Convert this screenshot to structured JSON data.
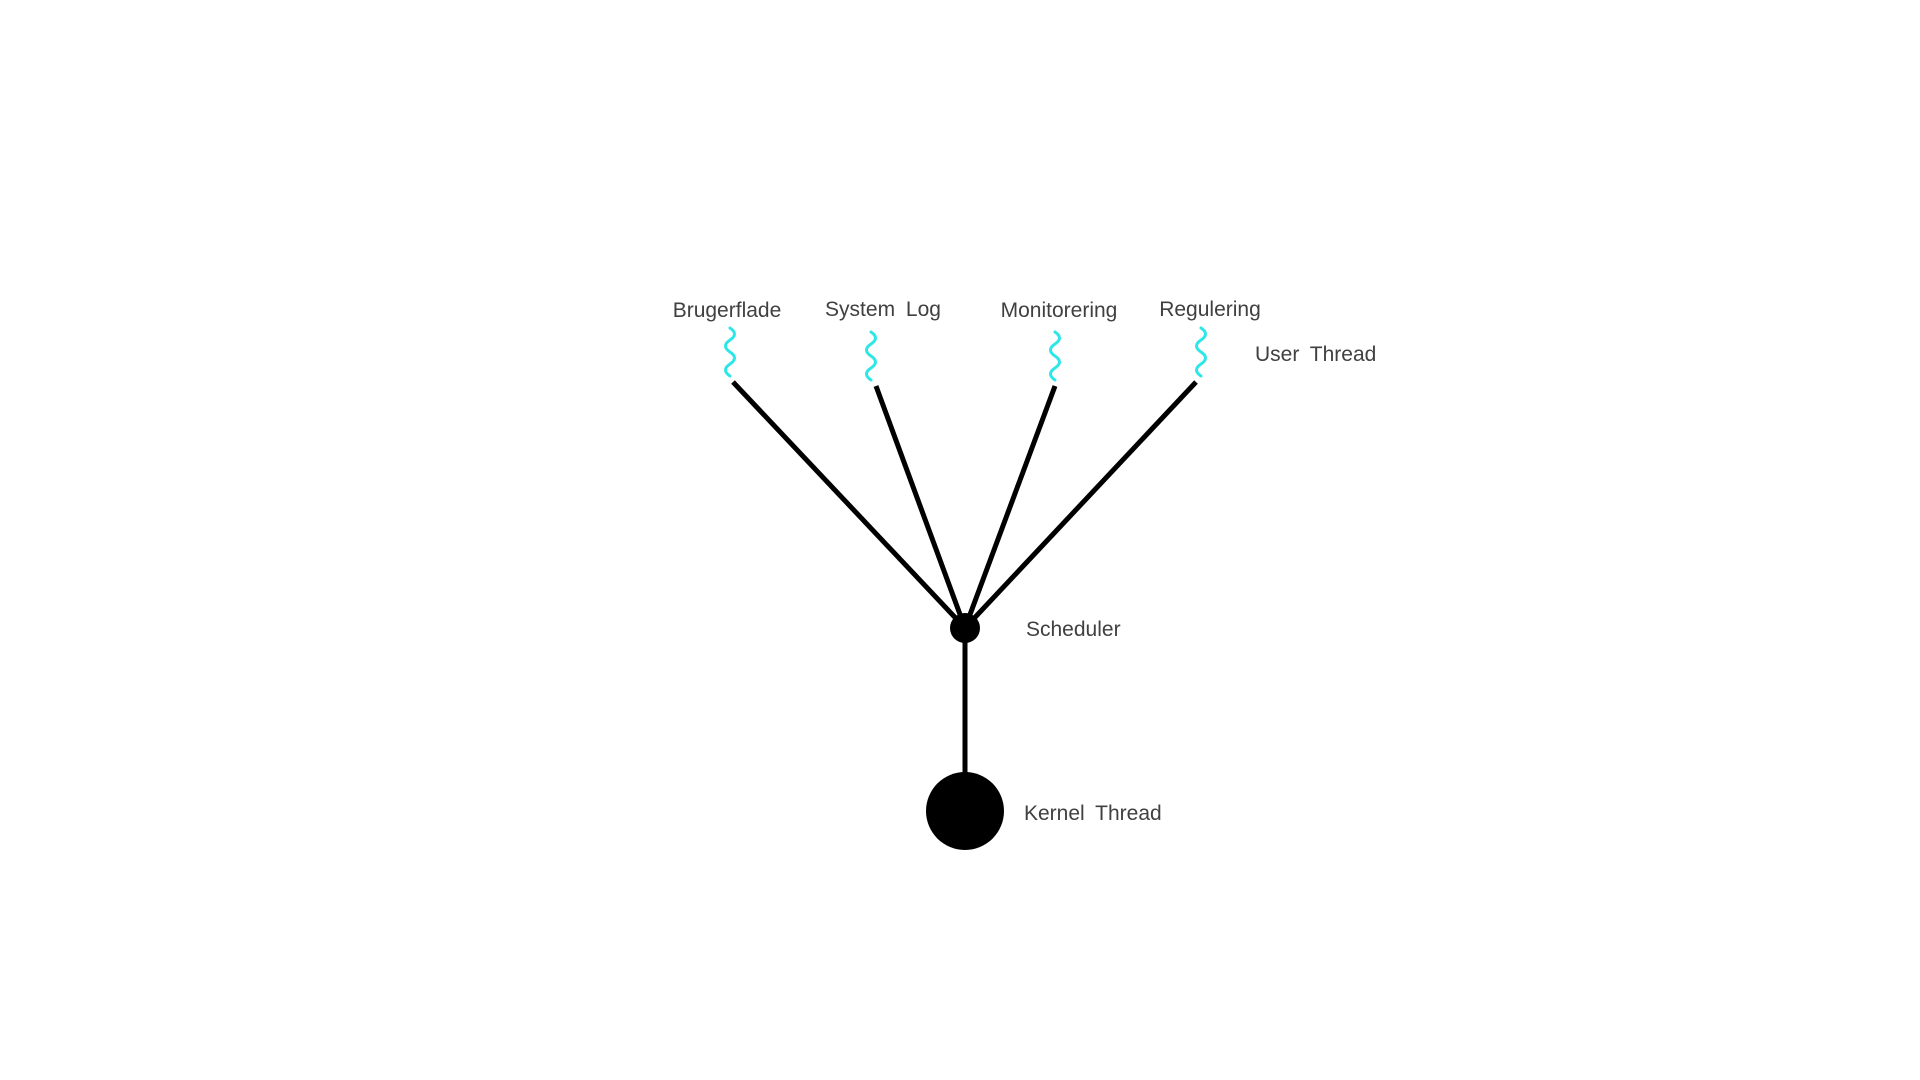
{
  "diagram": {
    "threads": [
      {
        "label": "Brugerflade"
      },
      {
        "label": "System  Log"
      },
      {
        "label": "Monitorering"
      },
      {
        "label": "Regulering"
      }
    ],
    "user_thread_label": "User  Thread",
    "scheduler_label": "Scheduler",
    "kernel_label": "Kernel  Thread",
    "colors": {
      "edge": "#000000",
      "thread_icon": "#2ee6e6",
      "label": "#404040",
      "background": "#ffffff"
    }
  }
}
